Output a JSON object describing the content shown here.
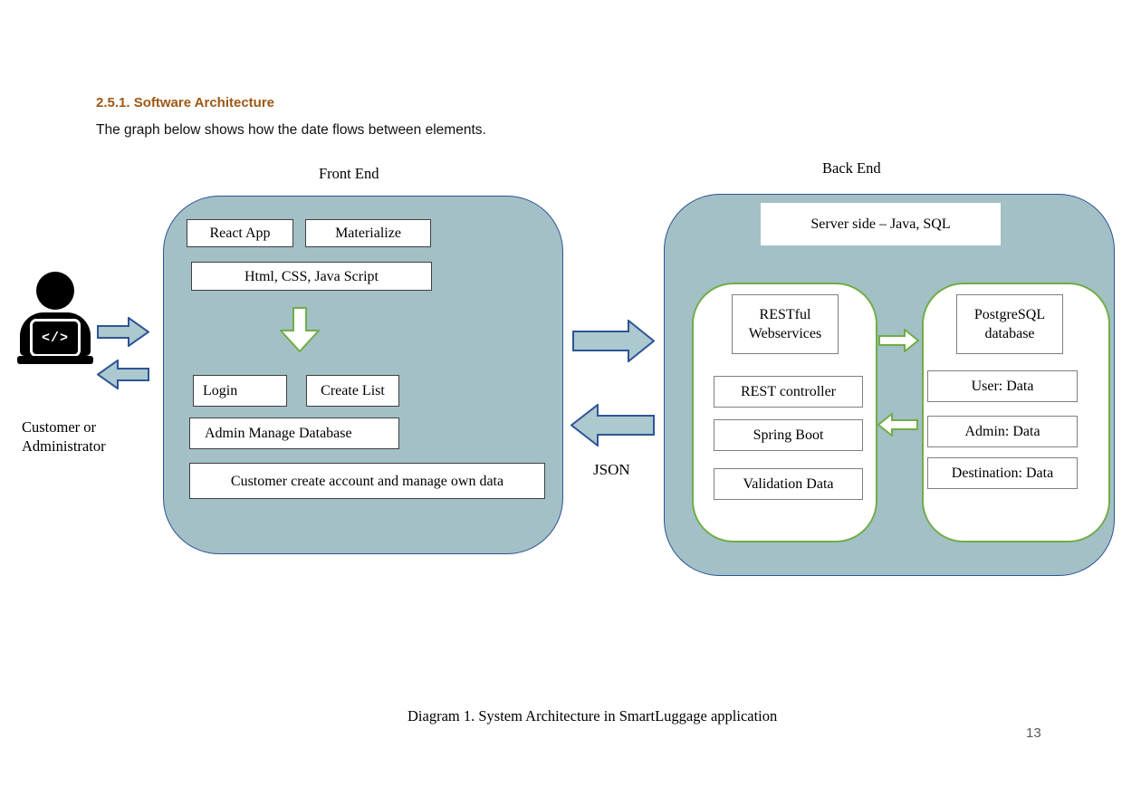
{
  "document": {
    "heading": "2.5.1. Software Architecture",
    "intro": "The graph below shows how the date flows between elements.",
    "caption": "Diagram 1. System Architecture in SmartLuggage application",
    "page_number": "13"
  },
  "diagram": {
    "front_end": {
      "title": "Front End",
      "react_app": "React App",
      "materialize": "Materialize",
      "html_css_js": "Html, CSS, Java Script",
      "login": "Login",
      "create_list": "Create List",
      "admin_manage": "Admin Manage Database",
      "customer_account": "Customer create account and manage own data"
    },
    "back_end": {
      "title": "Back End",
      "server_side": "Server side – Java, SQL",
      "restful": "RESTful Webservices",
      "rest_controller": "REST controller",
      "spring_boot": "Spring Boot",
      "validation_data": "Validation Data",
      "postgresql": "PostgreSQL database",
      "user_data": "User: Data",
      "admin_data": "Admin: Data",
      "destination_data": "Destination: Data"
    },
    "actor": {
      "label": "Customer or Administrator",
      "code_glyph": "</>"
    },
    "json_label": "JSON"
  },
  "colors": {
    "panel_fill": "#a2c0c6",
    "panel_border": "#2f5496",
    "green_accent": "#70ad47",
    "heading_color": "#9e5814",
    "arrow_fill": "#abc9cf",
    "page_number_color": "#595959"
  }
}
